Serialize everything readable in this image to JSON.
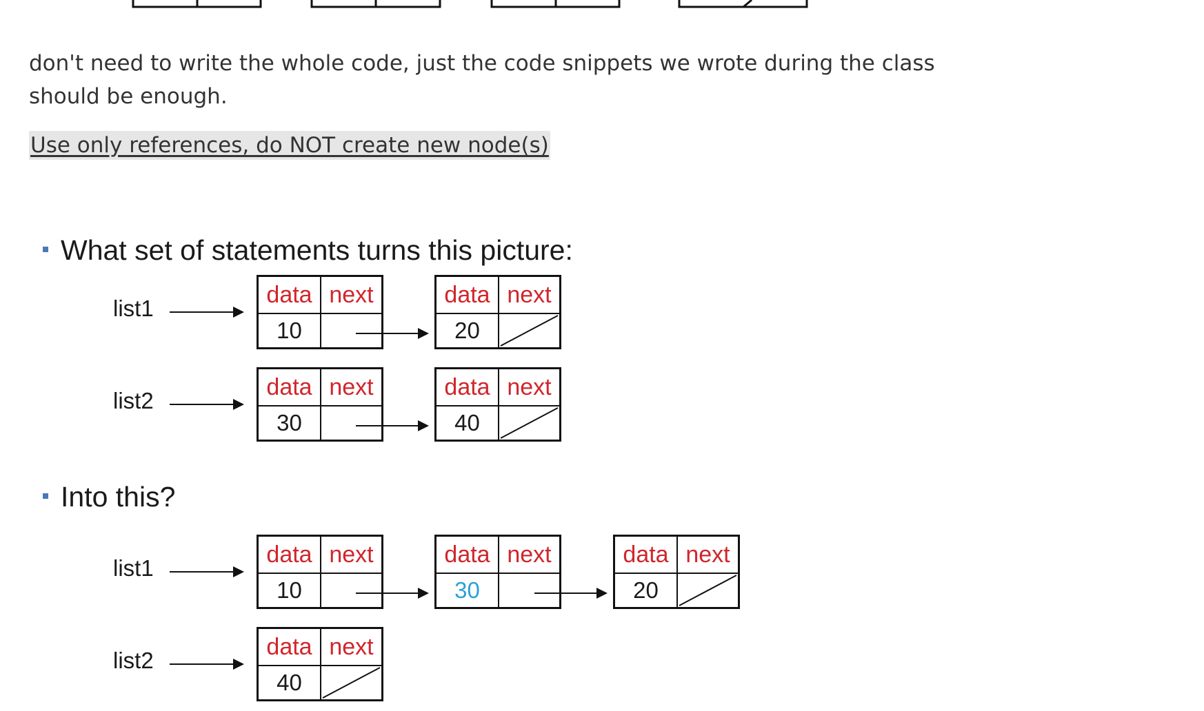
{
  "paragraph": "don't need to write the whole code, just the code snippets we wrote during the class should be enough.",
  "instruction": "Use only references, do NOT create new node(s)",
  "question1": "What set of statements turns this picture:",
  "question2": "Into this?",
  "field_labels": {
    "data": "data",
    "next": "next"
  },
  "before": {
    "list1": {
      "label": "list1",
      "nodes": [
        "10",
        "20"
      ]
    },
    "list2": {
      "label": "list2",
      "nodes": [
        "30",
        "40"
      ]
    }
  },
  "after": {
    "list1": {
      "label": "list1",
      "nodes": [
        "10",
        "30",
        "20"
      ]
    },
    "list2": {
      "label": "list2",
      "nodes": [
        "40"
      ]
    }
  },
  "colors": {
    "field_label": "#d0262c",
    "moved_value": "#2aa0d8",
    "bullet": "#4a78b8"
  }
}
